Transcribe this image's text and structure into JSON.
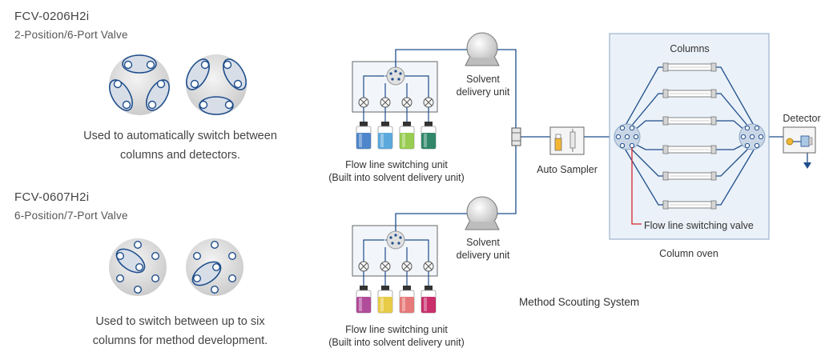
{
  "left": {
    "valve1": {
      "title": "FCV-0206H2i",
      "subtitle": "2-Position/6-Port Valve",
      "desc_line1": "Used to automatically switch between",
      "desc_line2": "columns and detectors."
    },
    "valve2": {
      "title": "FCV-0607H2i",
      "subtitle": "6-Position/7-Port Valve",
      "desc_line1": "Used to switch between up to six",
      "desc_line2": "columns for method development."
    }
  },
  "system": {
    "caption": "Method Scouting System",
    "upper": {
      "pump_line1": "Solvent",
      "pump_line2": "delivery unit",
      "switch_line1": "Flow line switching unit",
      "switch_line2": "(Built into solvent delivery unit)",
      "bottle_colors": [
        "#3a79c4",
        "#4aa0d8",
        "#8dc63f",
        "#1a7a5a"
      ]
    },
    "lower": {
      "pump_line1": "Solvent",
      "pump_line2": "delivery unit",
      "switch_line1": "Flow line switching unit",
      "switch_line2": "(Built into solvent delivery unit)",
      "bottle_colors": [
        "#a8398f",
        "#e6c532",
        "#e36a6a",
        "#c2185b"
      ]
    },
    "auto_sampler": "Auto Sampler",
    "columns": "Columns",
    "valve_label": "Flow line switching valve",
    "column_oven": "Column oven",
    "detector": "Detector"
  },
  "colors": {
    "line": "#1f4e8c",
    "accent_red": "#d6262e",
    "oven_fill": "#eaf1f8",
    "oven_border": "#8aa6c4"
  }
}
